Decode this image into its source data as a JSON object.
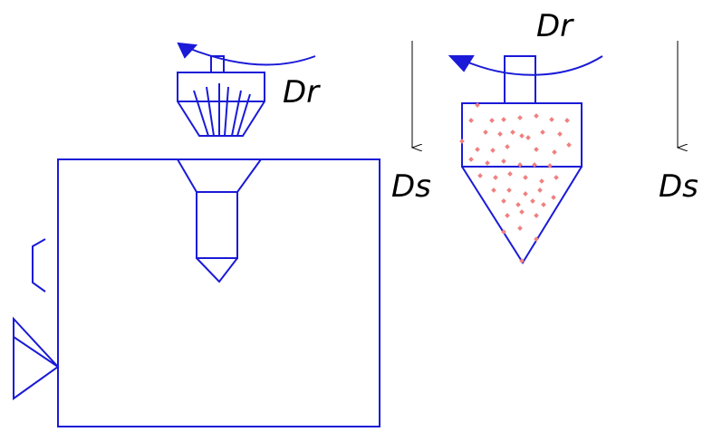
{
  "labels": {
    "rotation_left": "Dr",
    "rotation_right": "Dr",
    "feed_left": "Ds",
    "feed_right": "Ds"
  },
  "colors": {
    "outline": "#1a1ad8",
    "dots": "#f08080",
    "arrow": "#000000"
  }
}
